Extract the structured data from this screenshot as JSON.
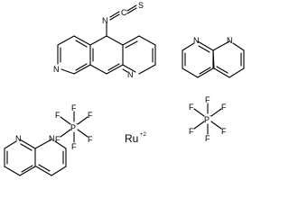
{
  "atoms": {
    "sulfur": "S",
    "carbon": "C",
    "nitrogen": "N",
    "fluorine": "F",
    "phosphorus": "P",
    "phosphorus_charge": "-",
    "ruthenium": "Ru",
    "ruthenium_charge": "+2"
  }
}
